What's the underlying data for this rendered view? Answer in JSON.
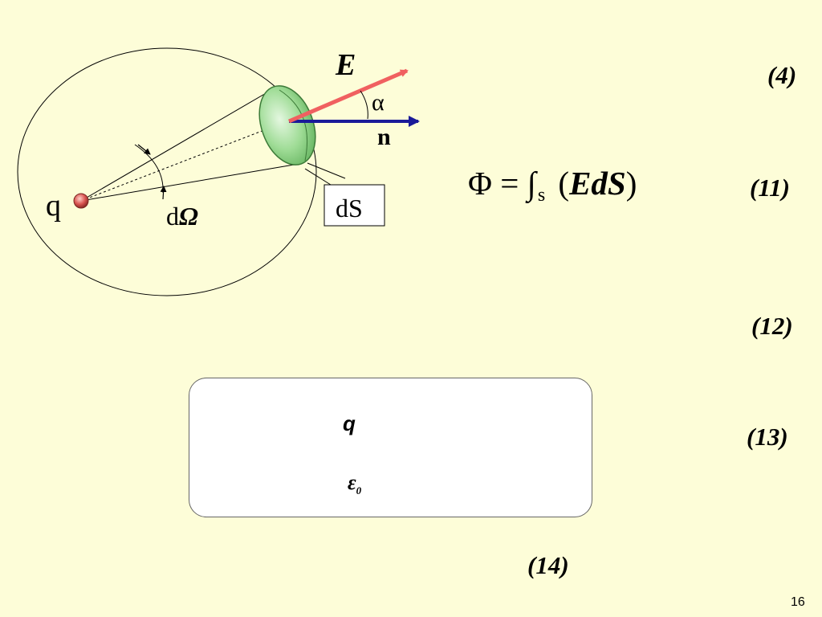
{
  "diagram": {
    "charge_label": "q",
    "field_label": "E",
    "normal_label": "n",
    "angle_label": "α",
    "solid_angle_prefix": "d",
    "solid_angle_symbol": "Ω",
    "area_label": "dS",
    "colors": {
      "field_arrow": "#f06060",
      "normal_arrow": "#1a1a99",
      "surface_fill": "#8fd68f",
      "charge_fill": "#d9534f"
    }
  },
  "formula_11": {
    "lhs": "Φ = ∫",
    "subscript": "s",
    "open": " (",
    "body": "EdS",
    "close": ")"
  },
  "equation_numbers": {
    "n4": "(4)",
    "n11": "(11)",
    "n12": "(12)",
    "n13": "(13)",
    "n14": "(14)"
  },
  "result_box": {
    "numerator": "q",
    "denominator": "ε",
    "denominator_sub": "0"
  },
  "page_number": "16"
}
